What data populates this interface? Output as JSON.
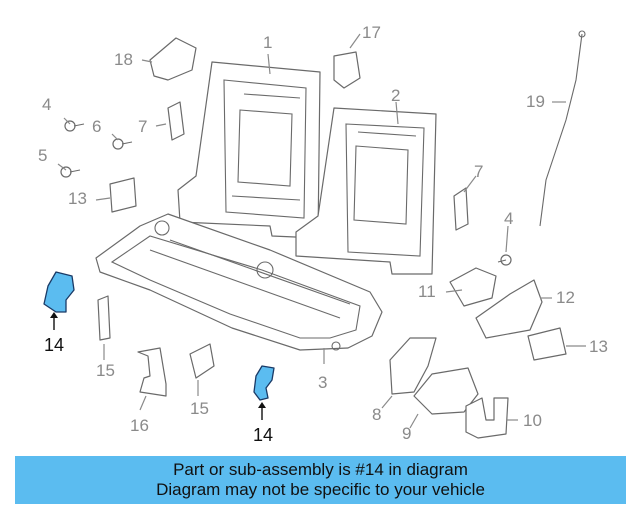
{
  "callouts": {
    "c1": "1",
    "c2": "2",
    "c3": "3",
    "c4a": "4",
    "c4b": "4",
    "c5": "5",
    "c6": "6",
    "c7a": "7",
    "c7b": "7",
    "c8": "8",
    "c9": "9",
    "c10": "10",
    "c11": "11",
    "c12": "12",
    "c13a": "13",
    "c13b": "13",
    "c14a": "14",
    "c14b": "14",
    "c15a": "15",
    "c15b": "15",
    "c16": "16",
    "c17": "17",
    "c18": "18",
    "c19": "19"
  },
  "highlight_color": "#5bbcf0",
  "banner": {
    "line1": "Part or sub-assembly is #14 in diagram",
    "line2": "Diagram may not be specific to your vehicle"
  }
}
